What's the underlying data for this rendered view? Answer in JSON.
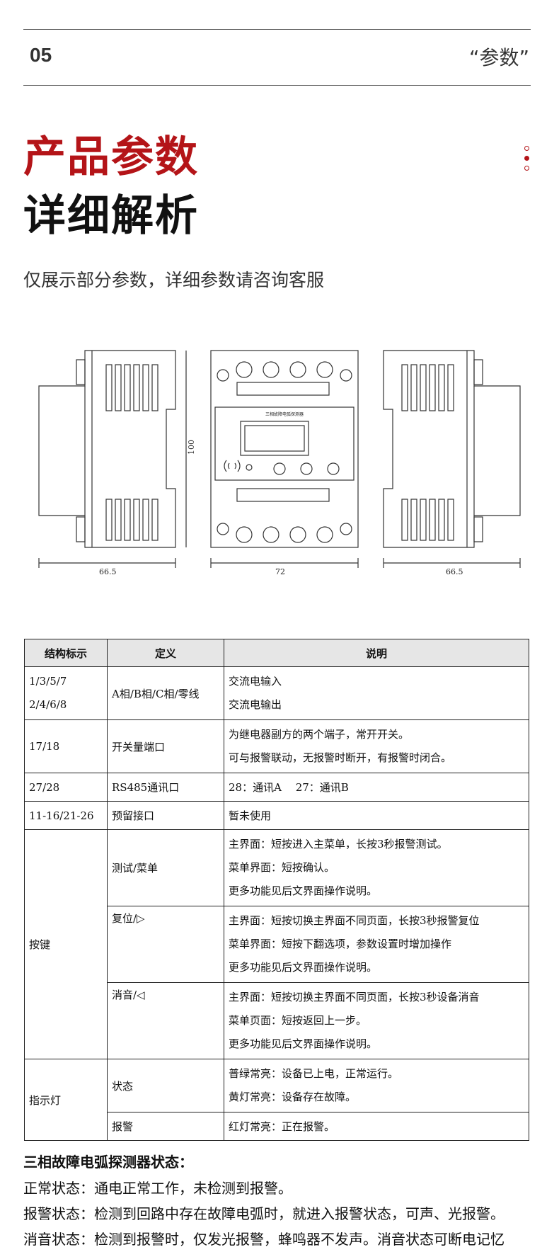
{
  "header": {
    "page_number": "05",
    "tag": "“参数”"
  },
  "title": {
    "line1": "产品参数",
    "line2": "详细解析"
  },
  "subtitle": "仅展示部分参数，详细参数请咨询客服",
  "drawing": {
    "front_label": "三相故障电弧探测器",
    "dim_left_width": "66.5",
    "dim_height": "100",
    "dim_front_width": "72",
    "dim_right_width": "66.5"
  },
  "table": {
    "headers": [
      "结构标示",
      "定义",
      "说明"
    ],
    "rows": {
      "r1": {
        "id": [
          "1/3/5/7",
          "2/4/6/8"
        ],
        "def": "A相/B相/C相/零线",
        "desc": [
          "交流电输入",
          "交流电输出"
        ]
      },
      "r2": {
        "id": "17/18",
        "def": "开关量端口",
        "desc": [
          "为继电器副方的两个端子，常开开关。",
          "可与报警联动，无报警时断开，有报警时闭合。"
        ]
      },
      "r3": {
        "id": "27/28",
        "def": "RS485通讯口",
        "desc": [
          "28：通讯A　 27：通讯B"
        ]
      },
      "r4": {
        "id": "11-16/21-26",
        "def": "预留接口",
        "desc": [
          "暂未使用"
        ]
      },
      "keys": {
        "group": "按键",
        "k1": {
          "def": "测试/菜单",
          "desc": [
            "主界面：短按进入主菜单，长按3秒报警测试。",
            "菜单界面：短按确认。",
            "更多功能见后文界面操作说明。"
          ]
        },
        "k2": {
          "def": "复位/▷",
          "desc": [
            "主界面：短按切换主界面不同页面，长按3秒报警复位",
            "菜单界面：短按下翻选项，参数设置时增加操作",
            "更多功能见后文界面操作说明。"
          ]
        },
        "k3": {
          "def": "消音/◁",
          "desc": [
            "主界面：短按切换主界面不同页面，长按3秒设备消音",
            "菜单页面：短按返回上一步。",
            "更多功能见后文界面操作说明。"
          ]
        }
      },
      "lights": {
        "group": "指示灯",
        "l1": {
          "def": "状态",
          "desc": [
            "普绿常亮：设备已上电，正常运行。",
            "黄灯常亮：设备存在故障。"
          ]
        },
        "l2": {
          "def": "报警",
          "desc": [
            "红灯常亮：正在报警。"
          ]
        }
      }
    }
  },
  "status": {
    "title": "三相故障电弧探测器状态：",
    "lines": [
      "正常状态：通电正常工作，未检测到报警。",
      "报警状态：检测到回路中存在故障电弧时，就进入报警状态，可声、光报警。",
      "消音状态：检测到报警时，仅发光报警，蜂鸣器不发声。消音状态可断电记忆"
    ]
  },
  "colors": {
    "accent": "#b41418",
    "text": "#222222",
    "header_bg": "#e6e6e6"
  }
}
